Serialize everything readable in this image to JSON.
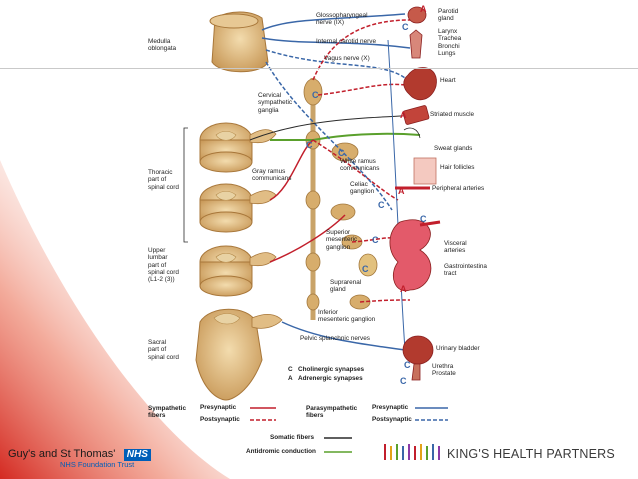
{
  "slide": {
    "accent_color": "#d42a22",
    "divider_color": "#c9c9c9"
  },
  "regions": {
    "medulla": "Medulla\noblongata",
    "thoracic": "Thoracic\npart of\nspinal cord",
    "upper_lumbar": "Upper\nlumbar\npart of\nspinal cord\n(L1-2 (3))",
    "sacral": "Sacral\npart of\nspinal cord"
  },
  "nerves": {
    "glossopharyngeal": "Glossopharyngeal\nnerve (IX)",
    "internal_carotid": "Internal carotid nerve",
    "vagus": "Vagus nerve (X)",
    "cervical_ganglia": "Cervical\nsympathetic\nganglia",
    "gray_ramus": "Gray ramus\ncommunicans",
    "white_ramus": "White ramus\ncommunicans",
    "celiac": "Celiac\nganglion",
    "superior_mesenteric": "Superior\nmesenteric\nganglion",
    "suprarenal": "Suprarenal\ngland",
    "inferior_mesenteric": "Inferior\nmesenteric ganglion",
    "pelvic_splanchnic": "Pelvic splanchnic nerves"
  },
  "organs": {
    "parotid": "Parotid\ngland",
    "airways": "Larynx\nTrachea\nBronchi\nLungs",
    "heart": "Heart",
    "striated_muscle": "Striated muscle",
    "sweat_glands": "Sweat glands",
    "hair_follicles": "Hair follicles",
    "peripheral_arteries": "Peripheral arteries",
    "visceral_arteries": "Visceral\narteries",
    "gastrointestinal": "Gastrointestina\ntract",
    "urinary_bladder": "Urinary bladder",
    "urethra_prostate": "Urethra\nProstate"
  },
  "synapse_key": {
    "cholinergic_letter": "C",
    "cholinergic": "Cholinergic synapses",
    "adrenergic_letter": "A",
    "adrenergic": "Adrenergic synapses"
  },
  "legend": {
    "sympathetic": "Sympathetic\nfibers",
    "parasympathetic": "Parasympathetic\nfibers",
    "presynaptic": "Presynaptic",
    "postsynaptic": "Postsynaptic",
    "somatic": "Somatic fibers",
    "antidromic": "Antidromic conduction",
    "colors": {
      "sympathetic": "#c21f2c",
      "parasympathetic": "#3a67a8",
      "somatic": "#2a2a2a",
      "antidromic": "#5aa02c"
    }
  },
  "footer": {
    "left_org": "Guy's and St Thomas'",
    "left_badge": "NHS",
    "left_sub": "NHS Foundation Trust",
    "right_org": "KING'S HEALTH PARTNERS",
    "nhs_blue": "#005eb8"
  }
}
